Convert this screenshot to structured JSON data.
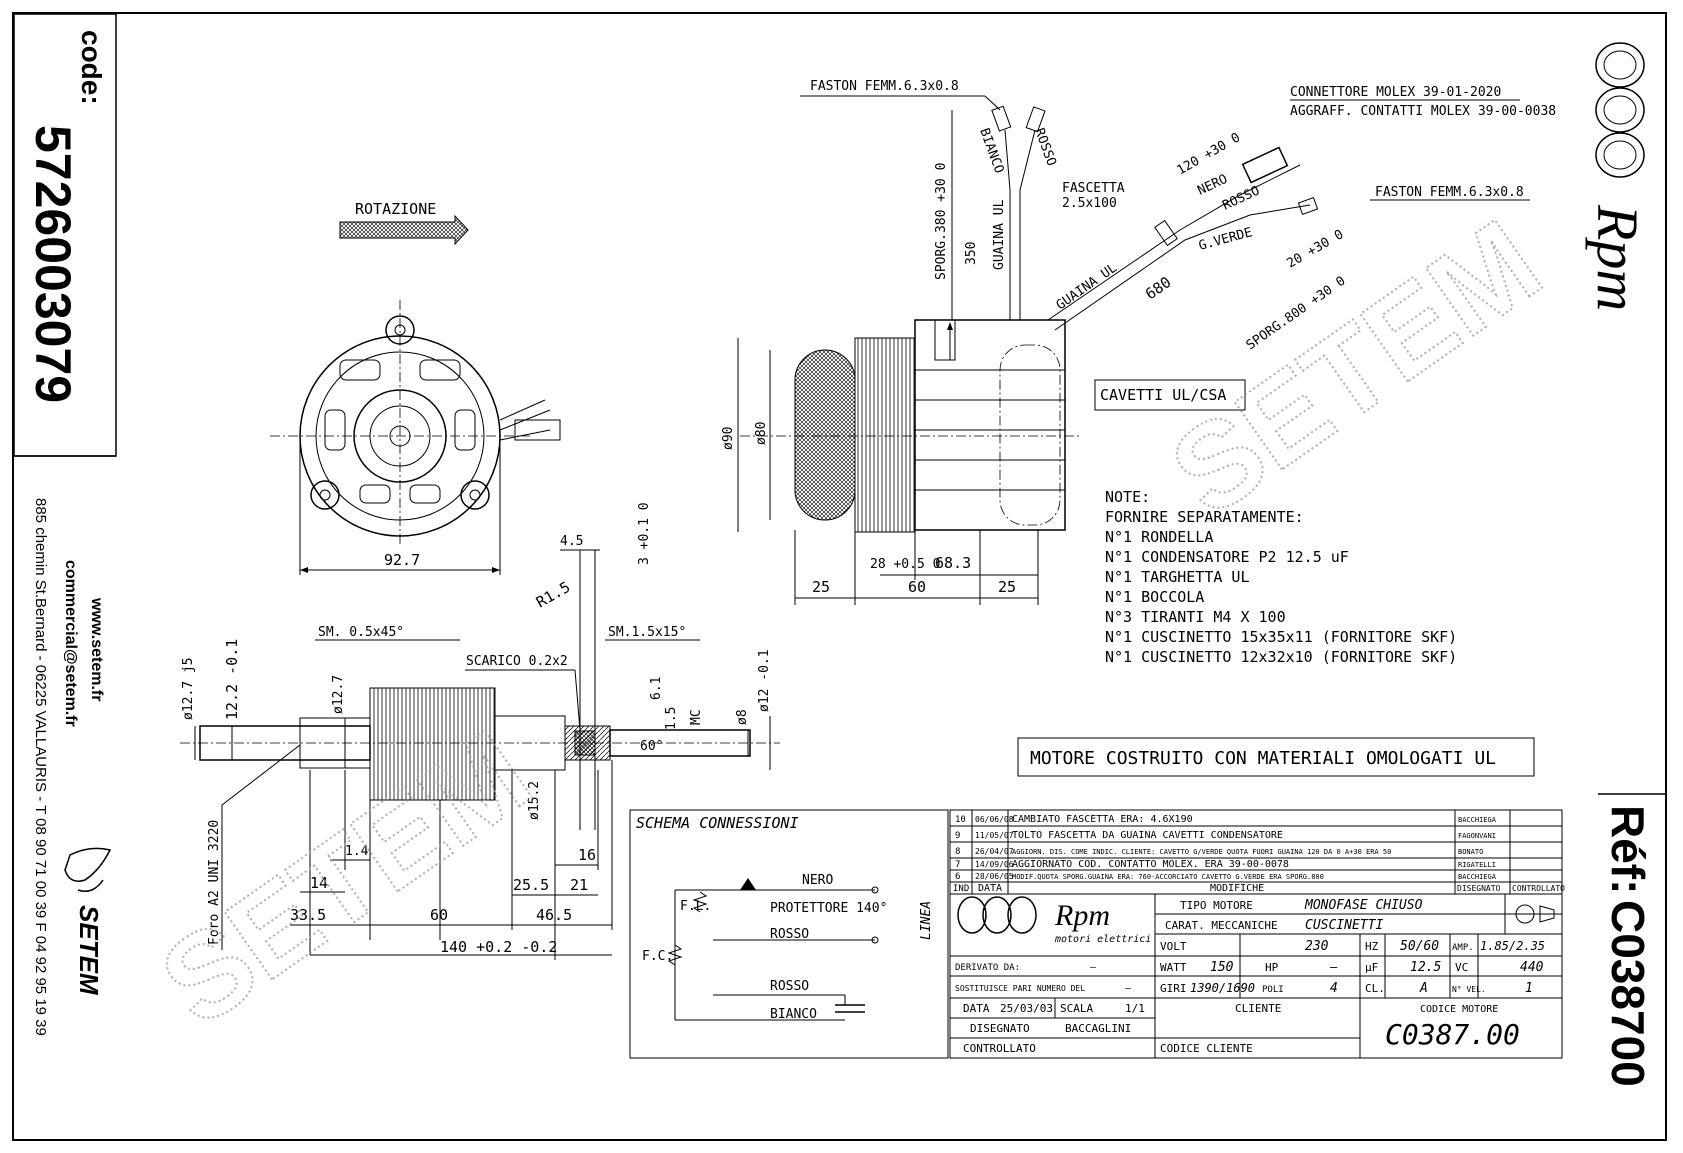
{
  "left_panel": {
    "code_label": "code:",
    "code_value": "5726003079",
    "address": "885 chemin St.Bernard - 06225 VALLAURIS - T 08 90 71 00 39  F 04 92 95 19 39",
    "email": "commercial@setem.fr",
    "website": "www.setem.fr",
    "company_logo_text": "SETEM"
  },
  "right_panel": {
    "brand": "Rpm",
    "ref_label": "Réf:",
    "ref_value": "C038700"
  },
  "watermark": "SETEM",
  "top_view": {
    "rotation": "ROTAZIONE",
    "dia_label": "92.7"
  },
  "wiring": {
    "faston_left": "FASTON FEMM.6.3x0.8",
    "bianco": "BIANCO",
    "rosso": "ROSSO",
    "sporg": "SPORG.380 +30 0",
    "dim_350": "350",
    "guaina_ul": "GUAINA UL",
    "fascetta": "FASCETTA",
    "fascetta_size": "2.5x100",
    "connettore": "CONNETTORE MOLEX 39-01-2020",
    "aggraff": "AGGRAFF. CONTATTI MOLEX 39-00-0038",
    "dim_120": "120 +30 0",
    "nero": "NERO",
    "rosso2": "ROSSO",
    "g_verde": "G.VERDE",
    "faston_right": "FASTON FEMM.6.3x0.8",
    "dim_20": "20 +30 0",
    "dim_680": "680",
    "sporg_800": "SPORG.800 +30 0",
    "guaina_ul2": "GUAINA UL",
    "cavetti": "CAVETTI UL/CSA"
  },
  "side_view": {
    "d90": "ø90",
    "d80": "ø80",
    "d25a": "25",
    "d60": "60",
    "d25b": "25",
    "d68_3": "68.3",
    "d28": "28 +0.5 0"
  },
  "notes": {
    "title": "NOTE:",
    "lines": [
      "FORNIRE SEPARATAMENTE:",
      "N°1 RONDELLA",
      "N°1 CONDENSATORE    P2 12.5 uF",
      "N°1 TARGHETTA   UL",
      "N°1 BOCCOLA",
      "N°3 TIRANTI M4 X 100",
      "N°1 CUSCINETTO 15x35x11 (FORNITORE SKF)",
      "N°1 CUSCINETTO 12x32x10 (FORNITORE SKF)"
    ]
  },
  "ul_note": "MOTORE COSTRUITO CON MATERIALI OMOLOGATI UL",
  "shaft": {
    "d4_5": "4.5",
    "d3": "3 +0.1 0",
    "r1_5": "R1.5",
    "sm05": "SM. 0.5x45°",
    "sm15": "SM.1.5x15°",
    "scarico": "SCARICO 0.2x2",
    "d12_7a": "ø12.7 j5",
    "d12_2": "12.2 -0.1",
    "d12_7b": "ø12.7",
    "d15_2": "ø15.2",
    "d6_1": "6.1",
    "d1_5": "1.5",
    "mc": "MC",
    "d8": "ø8",
    "d12": "ø12 -0.1",
    "foro": "Foro A2 UNI 3220",
    "d1_4": "1.4",
    "d14": "14",
    "d16": "16",
    "d25_5": "25.5",
    "d21": "21",
    "d33_5": "33.5",
    "d60": "60",
    "d46_5": "46.5",
    "d140": "140 +0.2 -0.2",
    "angle": "60°"
  },
  "schema": {
    "title": "SCHEMA CONNESSIONI",
    "nero": "NERO",
    "protettore": "PROTETTORE 140°",
    "rosso": "ROSSO",
    "rosso2": "ROSSO",
    "bianco": "BIANCO",
    "linea": "LINEA",
    "fl": "F.L.",
    "fc": "F.C."
  },
  "revisions": {
    "rows": [
      [
        "10",
        "06/06/08",
        "CAMBIATO FASCETTA ERA: 4.6X190",
        "BACCHIEGA",
        ""
      ],
      [
        "9",
        "11/05/07",
        "TOLTO FASCETTA DA GUAINA CAVETTI CONDENSATORE",
        "FAGONVANI",
        ""
      ],
      [
        "8",
        "26/04/07",
        "AGGIORN. DIS. COME INDIC. CLIENTE: CAVETTO G/VERDE QUOTA FUORI GUAINA 120 DA 0 A+30 ERA 50",
        "BONATO",
        ""
      ],
      [
        "7",
        "14/09/06",
        "AGGIORNATO COD. CONTATTO MOLEX. ERA 39-00-0078",
        "RIGATELLI",
        ""
      ],
      [
        "6",
        "28/06/05",
        "MODIF.QUOTA SPORG.GUAINA ERA: 760-ACCORCIATO CAVETTO G.VERDE ERA SPORG.800",
        "BACCHIEGA",
        ""
      ]
    ],
    "headers": [
      "IND",
      "DATA",
      "MODIFICHE",
      "DISEGNATO",
      "CONTROLLATO"
    ]
  },
  "title_block": {
    "rpm": "Rpm",
    "rpm_sub": "motori elettrici",
    "tipo_motore_label": "TIPO MOTORE",
    "tipo_motore": "MONOFASE CHIUSO",
    "carat_label": "CARAT. MECCANICHE",
    "carat": "CUSCINETTI",
    "volt_label": "VOLT",
    "volt": "230",
    "hz_label": "HZ",
    "hz": "50/60",
    "amp_label": "AMP.",
    "amp": "1.85/2.35",
    "watt_label": "WATT",
    "watt": "150",
    "hp_label": "HP",
    "hp": "—",
    "uf_label": "µF",
    "uf": "12.5",
    "vc_label": "VC",
    "vc": "440",
    "giri_label": "GIRI",
    "giri": "1390/1690",
    "poli_label": "POLI",
    "poli": "4",
    "cl_label": "CL.",
    "cl": "A",
    "nvel_label": "N° VEL.",
    "nvel": "1",
    "derivato_label": "DERIVATO DA:",
    "derivato": "—",
    "sostituisce_label": "SOSTITUISCE PARI NUMERO DEL",
    "sostituisce": "—",
    "data_label": "DATA",
    "data": "25/03/03",
    "scala_label": "SCALA",
    "scala": "1/1",
    "disegnato_label": "DISEGNATO",
    "disegnato": "BACCAGLINI",
    "controllato_label": "CONTROLLATO",
    "cliente_label": "CLIENTE",
    "codice_cliente_label": "CODICE CLIENTE",
    "codice_motore_label": "CODICE MOTORE",
    "codice_motore": "C0387.00"
  }
}
